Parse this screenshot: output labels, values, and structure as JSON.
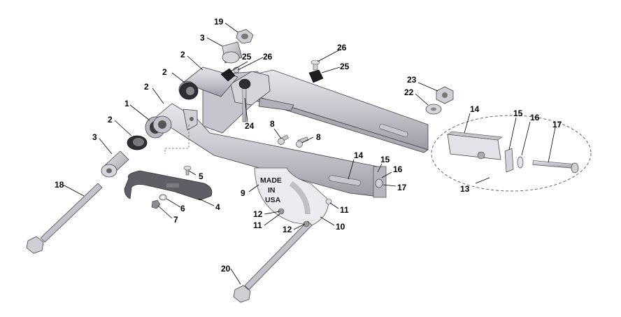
{
  "diagram": {
    "stamp_lines": [
      "MADE",
      "IN",
      "USA"
    ],
    "callouts": [
      "19",
      "3",
      "2",
      "25",
      "26",
      "2",
      "26",
      "25",
      "2",
      "1",
      "2",
      "3",
      "18",
      "5",
      "6",
      "7",
      "4",
      "24",
      "8",
      "8",
      "9",
      "12",
      "11",
      "12",
      "10",
      "11",
      "14",
      "15",
      "16",
      "17",
      "20",
      "23",
      "22",
      "14",
      "15",
      "16",
      "17",
      "13"
    ]
  },
  "colors": {
    "metal_light": "#d8d8de",
    "metal_mid": "#b7b7c0",
    "metal_dark": "#8e8e98",
    "black_part": "#2a2a2a",
    "guard": "#606066"
  }
}
